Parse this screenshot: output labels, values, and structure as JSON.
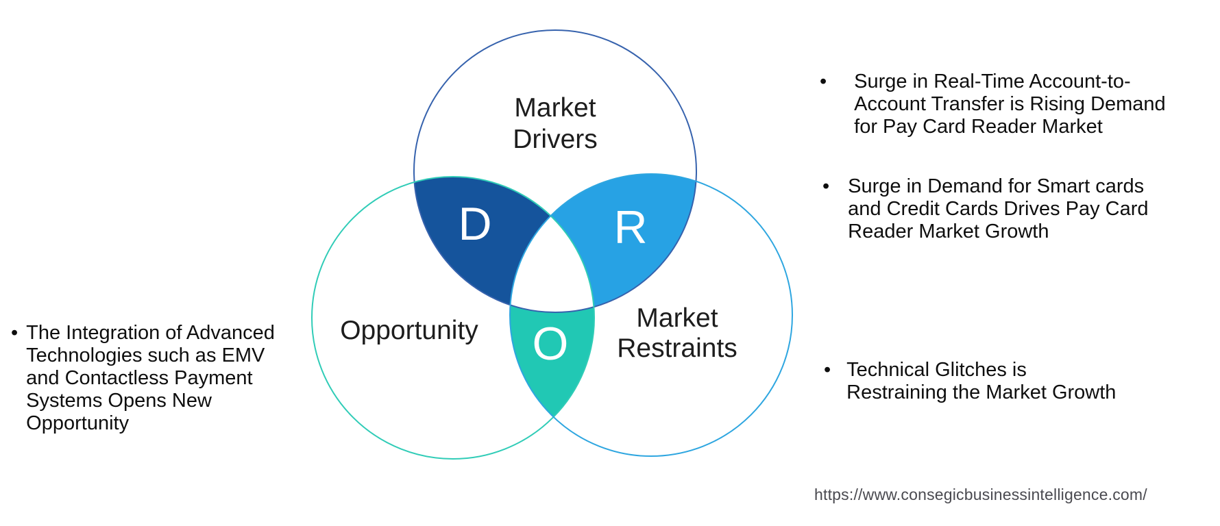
{
  "venn": {
    "drivers": {
      "letter": "D",
      "label_line1": "Market",
      "label_line2": "Drivers",
      "outline_color": "#3662ad",
      "lens_color": "#15549c"
    },
    "restraints": {
      "letter": "R",
      "label_line1": "Market",
      "label_line2": "Restraints",
      "outline_color": "#2ea6e0",
      "lens_color": "#27a2e4"
    },
    "opportunity": {
      "letter": "O",
      "label_line1": "Opportunity",
      "outline_color": "#30ccb7",
      "lens_color": "#21c8b4"
    },
    "center_color": "#ffffff"
  },
  "bullets": {
    "marker": "•",
    "left": "The Integration of Advanced\nTechnologies such as EMV\nand Contactless Payment\nSystems Opens New\nOpportunity",
    "right_1": "Surge in Real-Time Account-to-\nAccount Transfer is Rising Demand\nfor Pay Card Reader Market",
    "right_2": "Surge in Demand for Smart cards\nand Credit Cards Drives Pay Card\nReader Market Growth",
    "right_3": "Technical Glitches is\nRestraining the Market Growth"
  },
  "footer": {
    "source_url": "https://www.consegicbusinessintelligence.com/"
  }
}
